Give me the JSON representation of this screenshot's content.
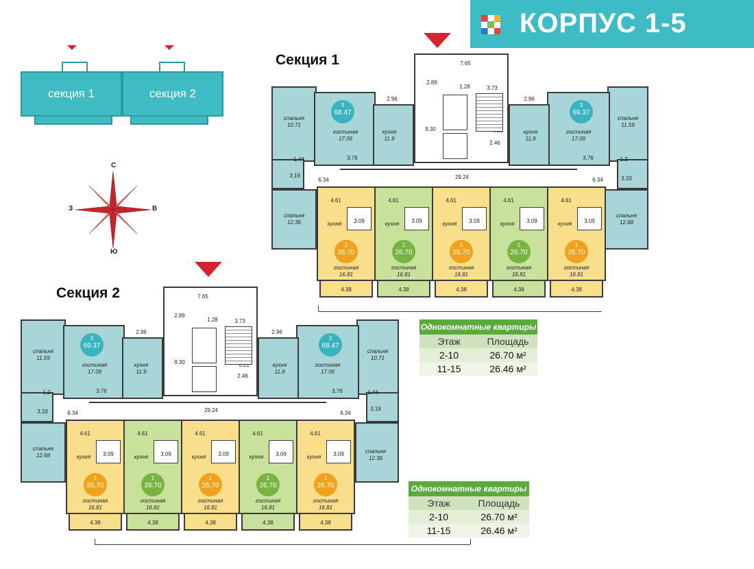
{
  "header": {
    "title": "КОРПУС 1-5"
  },
  "key_plan": {
    "section1": "секция 1",
    "section2": "секция 2"
  },
  "compass": {
    "north": "С",
    "south": "Ю",
    "west": "З",
    "east": "В"
  },
  "section1": {
    "title": "Секция 1",
    "dims": {
      "top_width": "7.65",
      "lift": "2.89",
      "d128": "1.28",
      "d373": "3.73",
      "d930": "9.30",
      "d621": "6.21",
      "d246": "2.46",
      "corridor": "29.24",
      "left_hall": "6.34",
      "right_hall": "6.34",
      "left_bath1": "1.44",
      "left_bath2": "3.19",
      "right_bath1": "1.2",
      "right_bath2": "3.33",
      "kitchen_w_left": "2.96",
      "kitchen_w_right": "2.96",
      "hall_left": "3.76",
      "hall_right": "3.76"
    },
    "big_left": {
      "rooms": 3,
      "area": "68.47",
      "bedroom": "спальня",
      "bedroom_area": "10.71",
      "living": "гостиная",
      "living_area": "17.09",
      "kitchen": "кухня",
      "kitchen_area": "11.9",
      "bedroom2": "спальня",
      "bedroom2_area": "12.36"
    },
    "big_right": {
      "rooms": 3,
      "area": "69.37",
      "bedroom": "спальня",
      "bedroom_area": "11.59",
      "living": "гостиная",
      "living_area": "17.09",
      "kitchen": "кухня",
      "kitchen_area": "11.9",
      "bedroom2": "спальня",
      "bedroom2_area": "12.68"
    },
    "studios": [
      {
        "rooms": 1,
        "area": "26.70",
        "kitchen": "кухня",
        "kitchen_w": "4.61",
        "bath": "3.09",
        "living": "гостиная",
        "living_area": "16.81",
        "balcony": "4.38"
      },
      {
        "rooms": 1,
        "area": "26.70",
        "kitchen": "кухня",
        "kitchen_w": "4.61",
        "bath": "3.09",
        "living": "гостиная",
        "living_area": "16.81",
        "balcony": "4.38"
      },
      {
        "rooms": 1,
        "area": "26.70",
        "kitchen": "кухня",
        "kitchen_w": "4.61",
        "bath": "3.09",
        "living": "гостиная",
        "living_area": "16.81",
        "balcony": "4.38"
      },
      {
        "rooms": 1,
        "area": "26.70",
        "kitchen": "кухня",
        "kitchen_w": "4.61",
        "bath": "3.09",
        "living": "гостиная",
        "living_area": "16.81",
        "balcony": "4.38"
      },
      {
        "rooms": 1,
        "area": "26.70",
        "kitchen": "кухня",
        "kitchen_w": "4.61",
        "bath": "3.09",
        "living": "гостиная",
        "living_area": "16.81",
        "balcony": "4.38"
      }
    ]
  },
  "section2": {
    "title": "Секция 2",
    "dims": {
      "top_width": "7.65",
      "lift": "2.89",
      "d128": "1.28",
      "d373": "3.73",
      "d930": "9.30",
      "d621": "6.21",
      "d246": "2.46",
      "corridor": "29.24",
      "left_hall": "6.34",
      "right_hall": "6.34",
      "left_bath1": "1.2",
      "left_bath2": "3.33",
      "right_bath1": "1.44",
      "right_bath2": "3.19",
      "kitchen_w_left": "2.96",
      "kitchen_w_right": "2.96",
      "hall_left": "3.76",
      "hall_right": "3.76"
    },
    "big_left": {
      "rooms": 3,
      "area": "69.37",
      "bedroom": "спальня",
      "bedroom_area": "11.59",
      "living": "гостиная",
      "living_area": "17.09",
      "kitchen": "кухня",
      "kitchen_area": "11.9",
      "bedroom2": "спальня",
      "bedroom2_area": "12.68"
    },
    "big_right": {
      "rooms": 3,
      "area": "68.47",
      "bedroom": "спальня",
      "bedroom_area": "10.71",
      "living": "гостиная",
      "living_area": "17.09",
      "kitchen": "кухня",
      "kitchen_area": "11.9",
      "bedroom2": "спальня",
      "bedroom2_area": "12.36"
    },
    "studios": [
      {
        "rooms": 1,
        "area": "26.70",
        "kitchen": "кухня",
        "kitchen_w": "4.61",
        "bath": "3.09",
        "living": "гостиная",
        "living_area": "16.81",
        "balcony": "4.38"
      },
      {
        "rooms": 1,
        "area": "26.70",
        "kitchen": "кухня",
        "kitchen_w": "4.61",
        "bath": "3.09",
        "living": "гостиная",
        "living_area": "16.81",
        "balcony": "4.38"
      },
      {
        "rooms": 1,
        "area": "26.70",
        "kitchen": "кухня",
        "kitchen_w": "4.61",
        "bath": "3.09",
        "living": "гостиная",
        "living_area": "16.81",
        "balcony": "4.38"
      },
      {
        "rooms": 1,
        "area": "26.70",
        "kitchen": "кухня",
        "kitchen_w": "4.61",
        "bath": "3.09",
        "living": "гостиная",
        "living_area": "16.81",
        "balcony": "4.38"
      },
      {
        "rooms": 1,
        "area": "26.70",
        "kitchen": "кухня",
        "kitchen_w": "4.61",
        "bath": "3.09",
        "living": "гостиная",
        "living_area": "16.81",
        "balcony": "4.38"
      }
    ]
  },
  "table1": {
    "title": "Однокомнатные квартиры",
    "headers": [
      "Этаж",
      "Площадь"
    ],
    "rows": [
      [
        "2-10",
        "26.70 м²"
      ],
      [
        "11-15",
        "26.46 м²"
      ]
    ]
  },
  "table2": {
    "title": "Однокомнатные квартиры",
    "headers": [
      "Этаж",
      "Площадь"
    ],
    "rows": [
      [
        "2-10",
        "26.70 м²"
      ],
      [
        "11-15",
        "26.46 м²"
      ]
    ]
  },
  "colors": {
    "banner": "#3dbcc6",
    "room_blue": "#a8d5d7",
    "room_yellow": "#f9df8c",
    "room_green": "#c9e29b",
    "marker_red": "#d4242d",
    "table_green": "#5aab3d"
  }
}
